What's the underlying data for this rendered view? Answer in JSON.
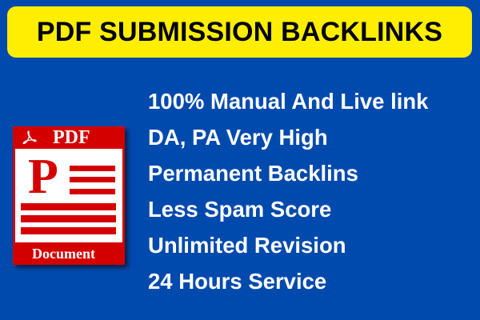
{
  "colors": {
    "background": "#004AAD",
    "banner": "#FFEE00",
    "banner_text": "#000000",
    "feature_text": "#FFFFFF",
    "pdf_red": "#D40000",
    "pdf_white": "#FFFFFF"
  },
  "banner": {
    "title": "PDF SUBMISSION BACKLINKS"
  },
  "features": [
    "100% Manual And Live link",
    "DA, PA Very High",
    "Permanent Backlins",
    "Less Spam Score",
    "Unlimited Revision",
    "24 Hours Service"
  ],
  "pdf_icon": {
    "header_icon": "acrobat-icon",
    "header_label": "PDF",
    "big_letter": "P",
    "footer_label": "Document"
  }
}
